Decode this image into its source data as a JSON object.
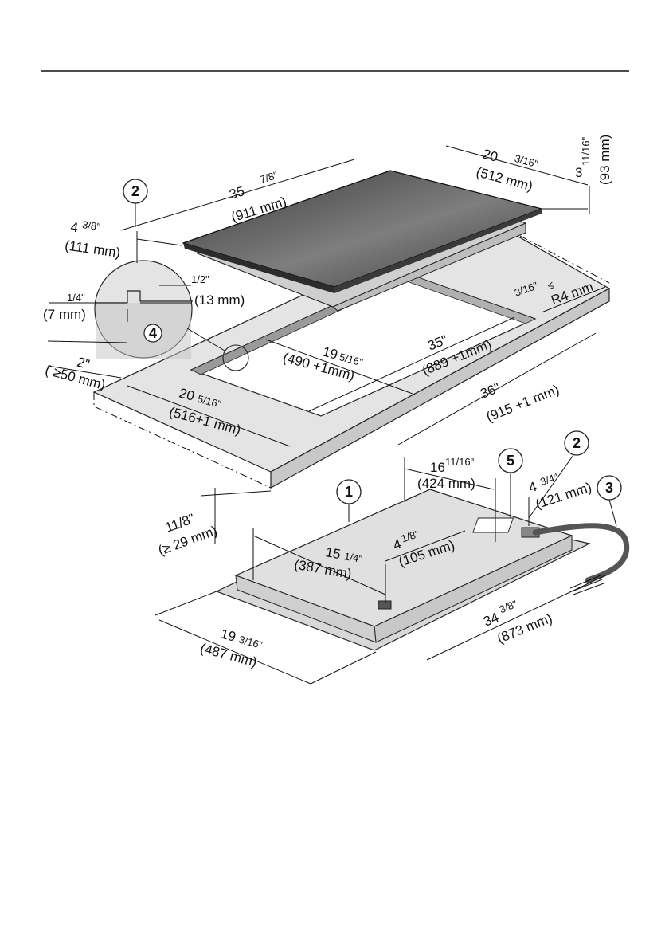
{
  "colors": {
    "glass_top": "#4a4a4a",
    "glass_highlight": "#7a7a7a",
    "countertop": "#e4e4e4",
    "countertop_edge": "#c8c8c8",
    "cooktop_body": "#dcdcdc",
    "cable": "#555555",
    "line": "#111111"
  },
  "callouts": {
    "c1": "1",
    "c2_top": "2",
    "c2_bottom": "2",
    "c3": "3",
    "c4": "4",
    "c5": "5"
  },
  "dimensions": {
    "top_depth_in_whole": "20",
    "top_depth_in_frac": "3/16\"",
    "top_depth_mm": "(512 mm)",
    "top_height_in_whole": "3",
    "top_height_in_frac": "11/16\"",
    "top_height_mm": "(93 mm)",
    "top_width_in_whole": "35",
    "top_width_in_frac": "7/8\"",
    "top_width_mm": "(911 mm)",
    "left_offset_in_whole": "4",
    "left_offset_in_frac": "3/8\"",
    "left_offset_mm": "(111 mm)",
    "detail_half_in": "1/2\"",
    "detail_half_mm": "(13 mm)",
    "detail_quarter_in": "1/4\"",
    "detail_quarter_mm": "(7 mm)",
    "corner_radius_in": "3/16\"",
    "corner_radius_le": "≤",
    "corner_radius_mm": "R4 mm",
    "cutout_depth_in_whole": "19",
    "cutout_depth_in_frac": "5/16\"",
    "cutout_depth_mm": "(490 +1mm)",
    "cutout_width_in": "35\"",
    "cutout_width_mm": "(889 +1mm)",
    "edge_min_in": "2\"",
    "edge_min_mm": "( ≥50 mm)",
    "counter_depth_in_whole": "20",
    "counter_depth_in_frac": "5/16\"",
    "counter_depth_mm": "(516+1 mm)",
    "counter_width_in": "36\"",
    "counter_width_mm": "(915 +1 mm)",
    "thickness_in": "11/8\"",
    "thickness_mm": "(≥ 29 mm)",
    "bottom_conn_in_whole": "16",
    "bottom_conn_in_frac": "11/16\"",
    "bottom_conn_mm": "(424 mm)",
    "bottom_conn2_in_whole": "4",
    "bottom_conn2_in_frac": "3/4\"",
    "bottom_conn2_mm": "(121 mm)",
    "bottom_left_in_whole": "15",
    "bottom_left_in_frac": "1/4\"",
    "bottom_left_mm": "(387 mm)",
    "bottom_mid_in_whole": "4",
    "bottom_mid_in_frac": "1/8\"",
    "bottom_mid_mm": "(105 mm)",
    "bottom_width_in_whole": "34",
    "bottom_width_in_frac": "3/8\"",
    "bottom_width_mm": "(873 mm)",
    "bottom_depth_in_whole": "19",
    "bottom_depth_in_frac": "3/16\"",
    "bottom_depth_mm": "(487 mm)"
  }
}
